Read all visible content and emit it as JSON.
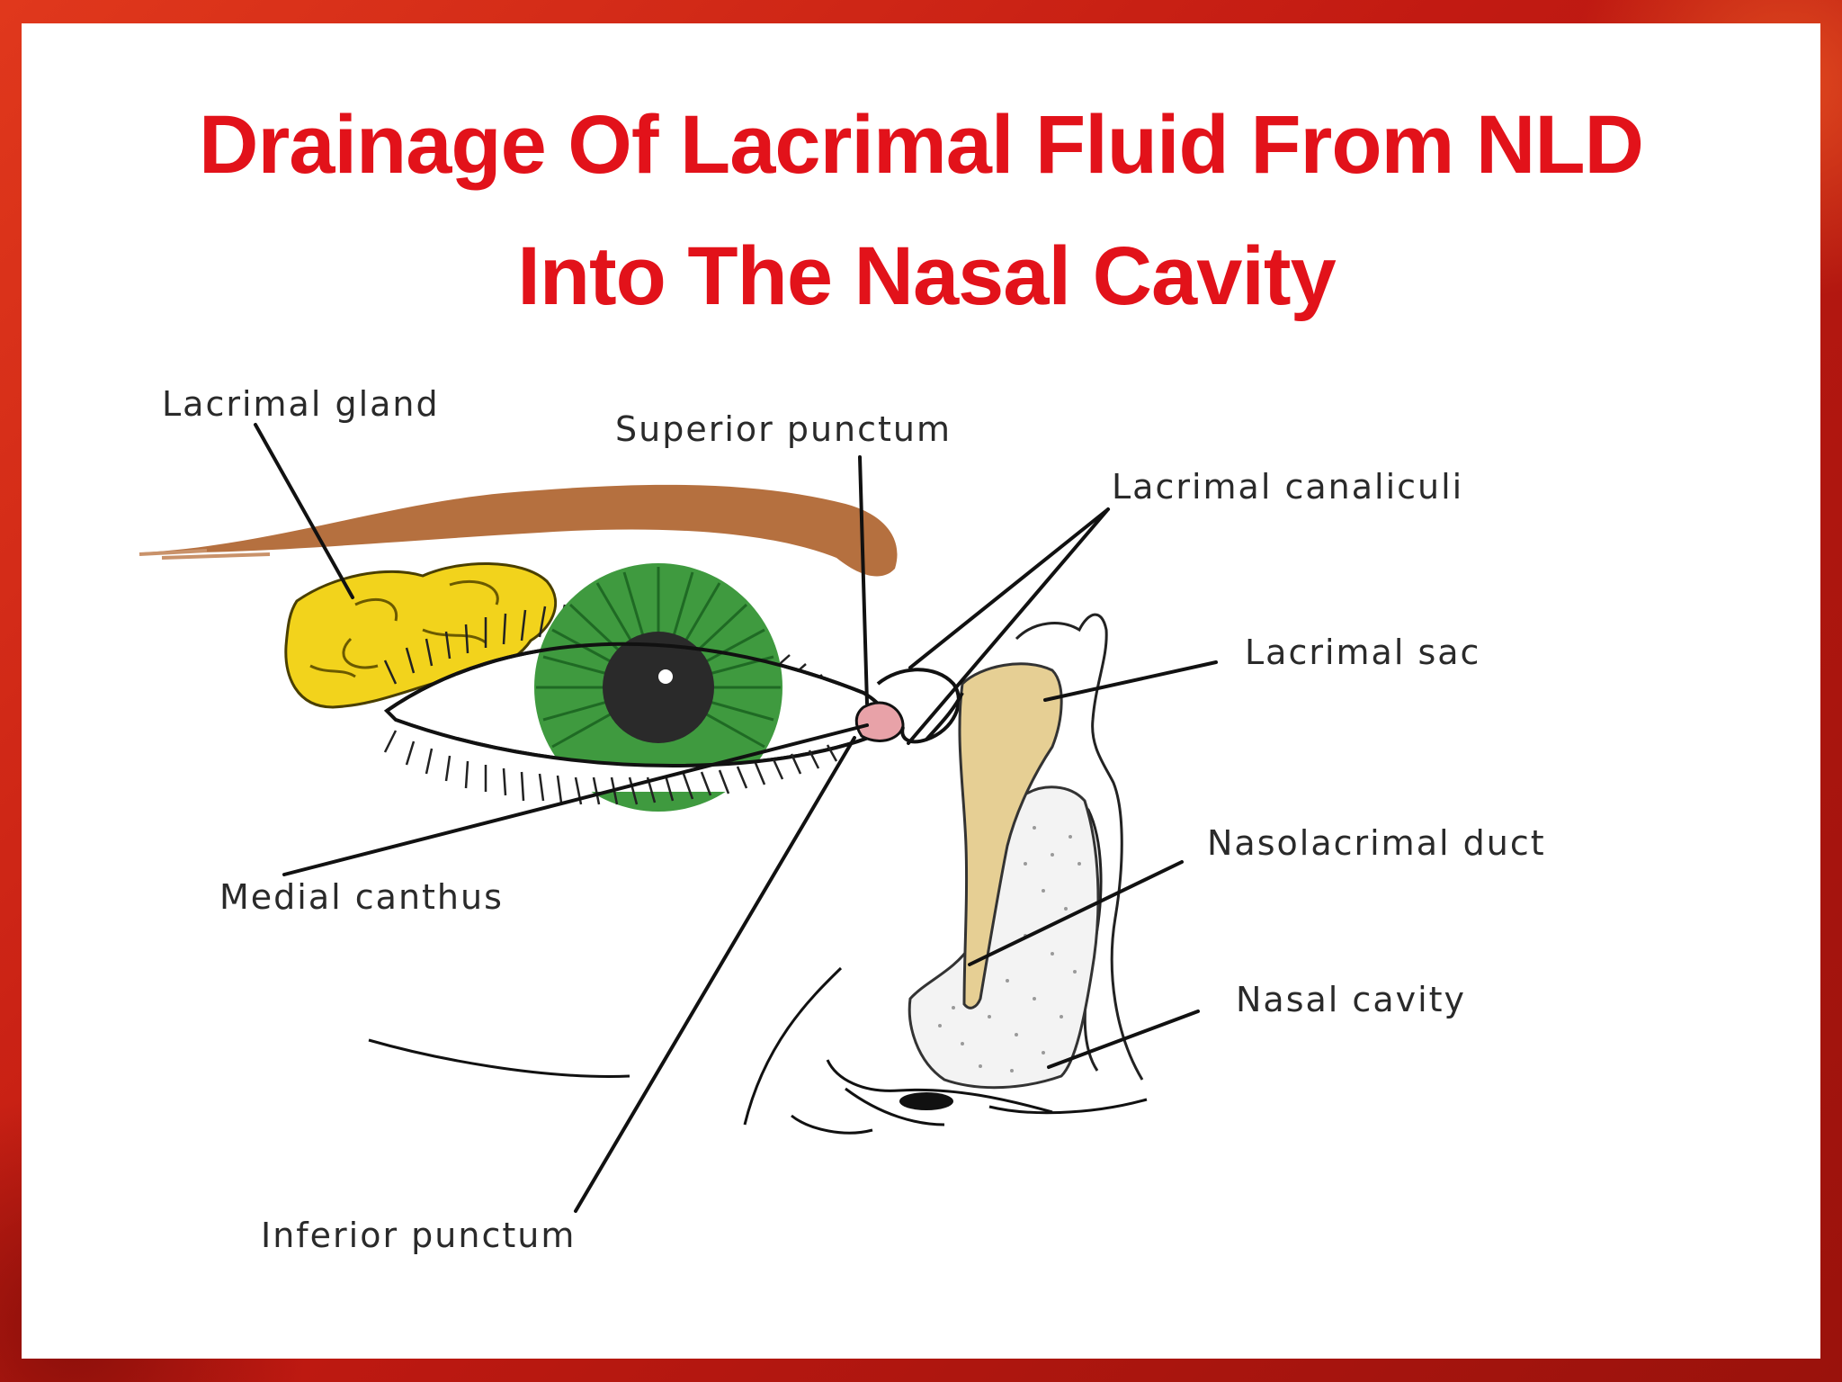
{
  "title": {
    "line1": "Drainage Of Lacrimal Fluid From NLD",
    "line2": "Into The Nasal Cavity"
  },
  "labels": {
    "lacrimal_gland": "Lacrimal gland",
    "superior_punctum": "Superior punctum",
    "lacrimal_canaliculi": "Lacrimal canaliculi",
    "lacrimal_sac": "Lacrimal sac",
    "nasolacrimal_duct": "Nasolacrimal duct",
    "medial_canthus": "Medial canthus",
    "nasal_cavity": "Nasal cavity",
    "inferior_punctum": "Inferior punctum"
  },
  "colors": {
    "title": "#e2121a",
    "frame": "#c81f14",
    "eyebrow": "#b5703f",
    "lacrimal_gland": "#f2d31c",
    "iris": "#3f9a3f",
    "sac_duct": "#e6cf94",
    "punctum": "#e8a2a8"
  }
}
